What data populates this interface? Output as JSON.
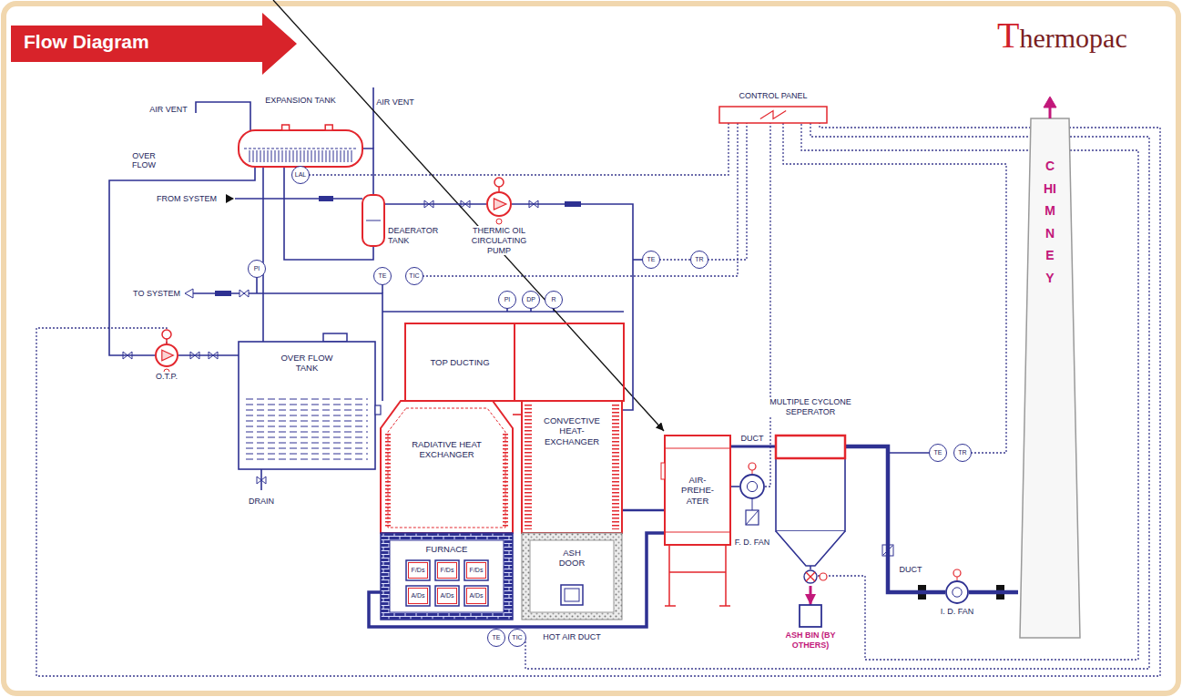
{
  "diagram": {
    "title": "Flow Diagram",
    "nodes": [
      {
        "text": [
          "EXPANSION TANK"
        ]
      },
      {
        "text": [
          "DEAERATOR TANK"
        ]
      },
      {
        "text": [
          "THERMIC OIL CIRCULATING PUMP"
        ]
      },
      {
        "text": [
          "CONTROL PANEL"
        ]
      },
      {
        "text": [
          "OVER FLOW TANK"
        ]
      },
      {
        "text": [
          "O.T.P."
        ]
      },
      {
        "text": [
          "TOP DUCTING"
        ]
      },
      {
        "text": [
          "RADIATIVE HEAT EXCHANGER"
        ]
      },
      {
        "text": [
          "CONVECTIVE HEAT-EXCHANGER"
        ]
      },
      {
        "text": [
          "FURNACE"
        ]
      },
      {
        "text": [
          "F/Ds"
        ],
        "in": 9
      },
      {
        "text": [
          "F/Ds"
        ],
        "in": 9
      },
      {
        "text": [
          "F/Ds"
        ],
        "in": 9
      },
      {
        "text": [
          "A/Ds"
        ],
        "in": 9
      },
      {
        "text": [
          "A/Ds"
        ],
        "in": 9
      },
      {
        "text": [
          "A/Ds"
        ],
        "in": 9
      },
      {
        "text": [
          "ASH DOOR"
        ]
      },
      {
        "text": [
          "AIR- PREHE- ATER"
        ]
      },
      {
        "text": [
          "F. D. FAN"
        ]
      },
      {
        "text": [
          "MULTIPLE CYCLONE SEPERATOR"
        ]
      },
      {
        "text": [
          "ASH BIN (BY OTHERS)"
        ]
      },
      {
        "text": [
          "I. D. FAN"
        ]
      },
      {
        "text": [
          "CHIMNEY"
        ]
      }
    ],
    "edges": [
      {
        "from": 0,
        "to": 1,
        "arrow": "none"
      },
      {
        "from": 0,
        "to": 1,
        "arrow": "none"
      },
      {
        "from": 1,
        "to": 2,
        "arrow": "none"
      },
      {
        "from": 2,
        "to": 8,
        "arrow": "none"
      },
      {
        "from": 0,
        "to": 4,
        "arrow": "none"
      },
      {
        "from": 4,
        "to": 5,
        "arrow": "none"
      },
      {
        "from": 5,
        "to": 0,
        "arrow": "none"
      },
      {
        "from": 7,
        "to": 8,
        "arrow": "none"
      },
      {
        "from": 8,
        "to": 17,
        "arrow": "none"
      },
      {
        "from": 17,
        "to": 19,
        "label": "DUCT",
        "arrow": "none"
      },
      {
        "from": 18,
        "to": 17,
        "arrow": "none"
      },
      {
        "from": 17,
        "to": 9,
        "label": "HOT AIR DUCT",
        "arrow": "none"
      },
      {
        "from": 19,
        "to": 20,
        "arrow": "to"
      },
      {
        "from": 19,
        "to": 21,
        "label": "DUCT",
        "arrow": "none"
      },
      {
        "from": 21,
        "to": 22,
        "arrow": "none"
      }
    ],
    "labels": [
      "Thermopac",
      "AIR VENT",
      "AIR VENT",
      "OVER FLOW",
      "FROM SYSTEM",
      "LAL",
      "TO SYSTEM",
      "PI",
      "TE",
      "TIC",
      "TE",
      "TR",
      "PI",
      "DP",
      "R",
      "DRAIN",
      "TE",
      "TR",
      "TE",
      "TIC"
    ]
  }
}
